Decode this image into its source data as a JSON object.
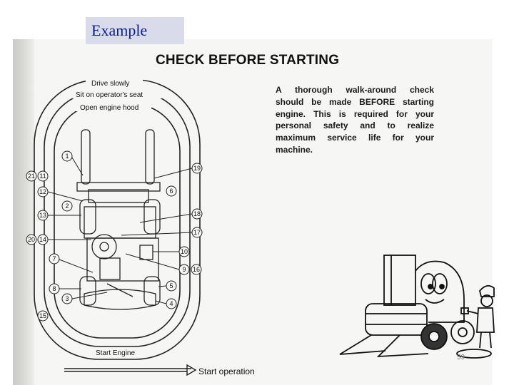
{
  "slide": {
    "label": "Example"
  },
  "document": {
    "heading": "CHECK BEFORE STARTING",
    "paragraph_lines": [
      "A thorough walk-around check",
      "should be made BEFORE starting",
      "engine. This is required for your",
      "personal safety and to realize",
      "maximum service life for your",
      "machine."
    ],
    "page_number": "59"
  },
  "diagram": {
    "loop_labels": {
      "outer": "Drive slowly",
      "middle": "Sit on operator's seat",
      "inner": "Open engine hood",
      "bottom": "Start Engine",
      "arrow": "Start operation"
    },
    "checkpoints_left": [
      "1",
      "21",
      "11",
      "12",
      "2",
      "13",
      "20",
      "14",
      "7",
      "8",
      "3",
      "15"
    ],
    "checkpoints_right": [
      "19",
      "6",
      "18",
      "17",
      "10",
      "9",
      "16",
      "5",
      "4"
    ]
  }
}
